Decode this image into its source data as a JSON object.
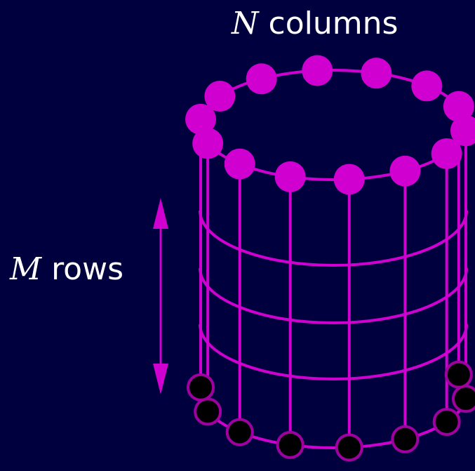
{
  "labels": {
    "columns_var": "N",
    "columns_text": "columns",
    "rows_var": "M",
    "rows_text": "rows"
  },
  "colors": {
    "background": "#01003f",
    "structure": "#d000d0",
    "node_top": "#d000d0",
    "node_bottom_fill": "#000000",
    "node_bottom_stroke": "#a000a0",
    "arrow": "#d000d0",
    "text": "#ffffff"
  },
  "diagram": {
    "ring_node_count": 14,
    "grid_row_lines": 3
  }
}
